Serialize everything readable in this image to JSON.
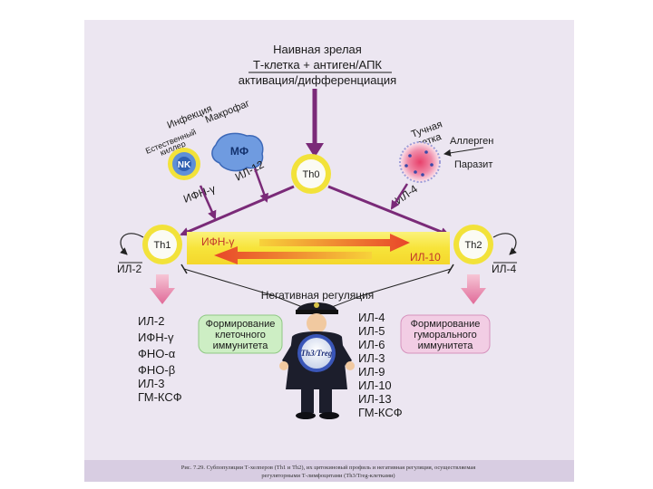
{
  "diagram": {
    "header": [
      "Наивная зрелая",
      "Т-клетка + антиген/АПК",
      "активация/дифференциация"
    ],
    "cells": {
      "th0": "Th0",
      "th1": "Th1",
      "th2": "Th2",
      "nk": "NK",
      "mf": "МФ",
      "treg": "Th3/Treg"
    },
    "labels": {
      "infection": "Инфекция",
      "natural_killer": [
        "Естественный",
        "киллер"
      ],
      "macrophage": "Макрофаг",
      "mast_cell": [
        "Тучная",
        "клетка"
      ],
      "allergen": "Аллерген",
      "parasite": "Паразит",
      "il12": "ИЛ-12",
      "ifng_left": "ИФН-γ",
      "il4_top": "ИЛ-4",
      "band_ifng": "ИФН-γ",
      "band_il10": "ИЛ-10",
      "il2_side": "ИЛ-2",
      "il4_side": "ИЛ-4",
      "neg_reg": "Негативная регуляция"
    },
    "boxes": {
      "cellular": [
        "Формирование",
        "клеточного",
        "иммунитета"
      ],
      "humoral": [
        "Формирование",
        "гуморального",
        "иммунитета"
      ]
    },
    "th1_cytokines": [
      "ИЛ-2",
      "ИФН-γ",
      "ФНО-α",
      "ФНО-β",
      "ИЛ-3",
      "ГМ-КСФ"
    ],
    "th2_cytokines": [
      "ИЛ-4",
      "ИЛ-5",
      "ИЛ-6",
      "ИЛ-3",
      "ИЛ-9",
      "ИЛ-10",
      "ИЛ-13",
      "ГМ-КСФ"
    ],
    "colors": {
      "panel": "#ece6f1",
      "arrow": "#7a2a78",
      "cell_ring": "#f2e23a",
      "cell_fill": "#fbfbf4",
      "box_green": "#cdeec4",
      "box_pink": "#f2cde4",
      "band_yellow": "#f7e83c",
      "band_orange": "#f08f33"
    }
  },
  "caption": [
    "Рис. 7.29. Субпопуляции Т-хелперов (Th1 и Th2), их цитокиновый профиль и негативная регуляция, осуществляемая",
    "регуляторными Т-лимфоцитами (Th3/Treg-клетками)"
  ]
}
